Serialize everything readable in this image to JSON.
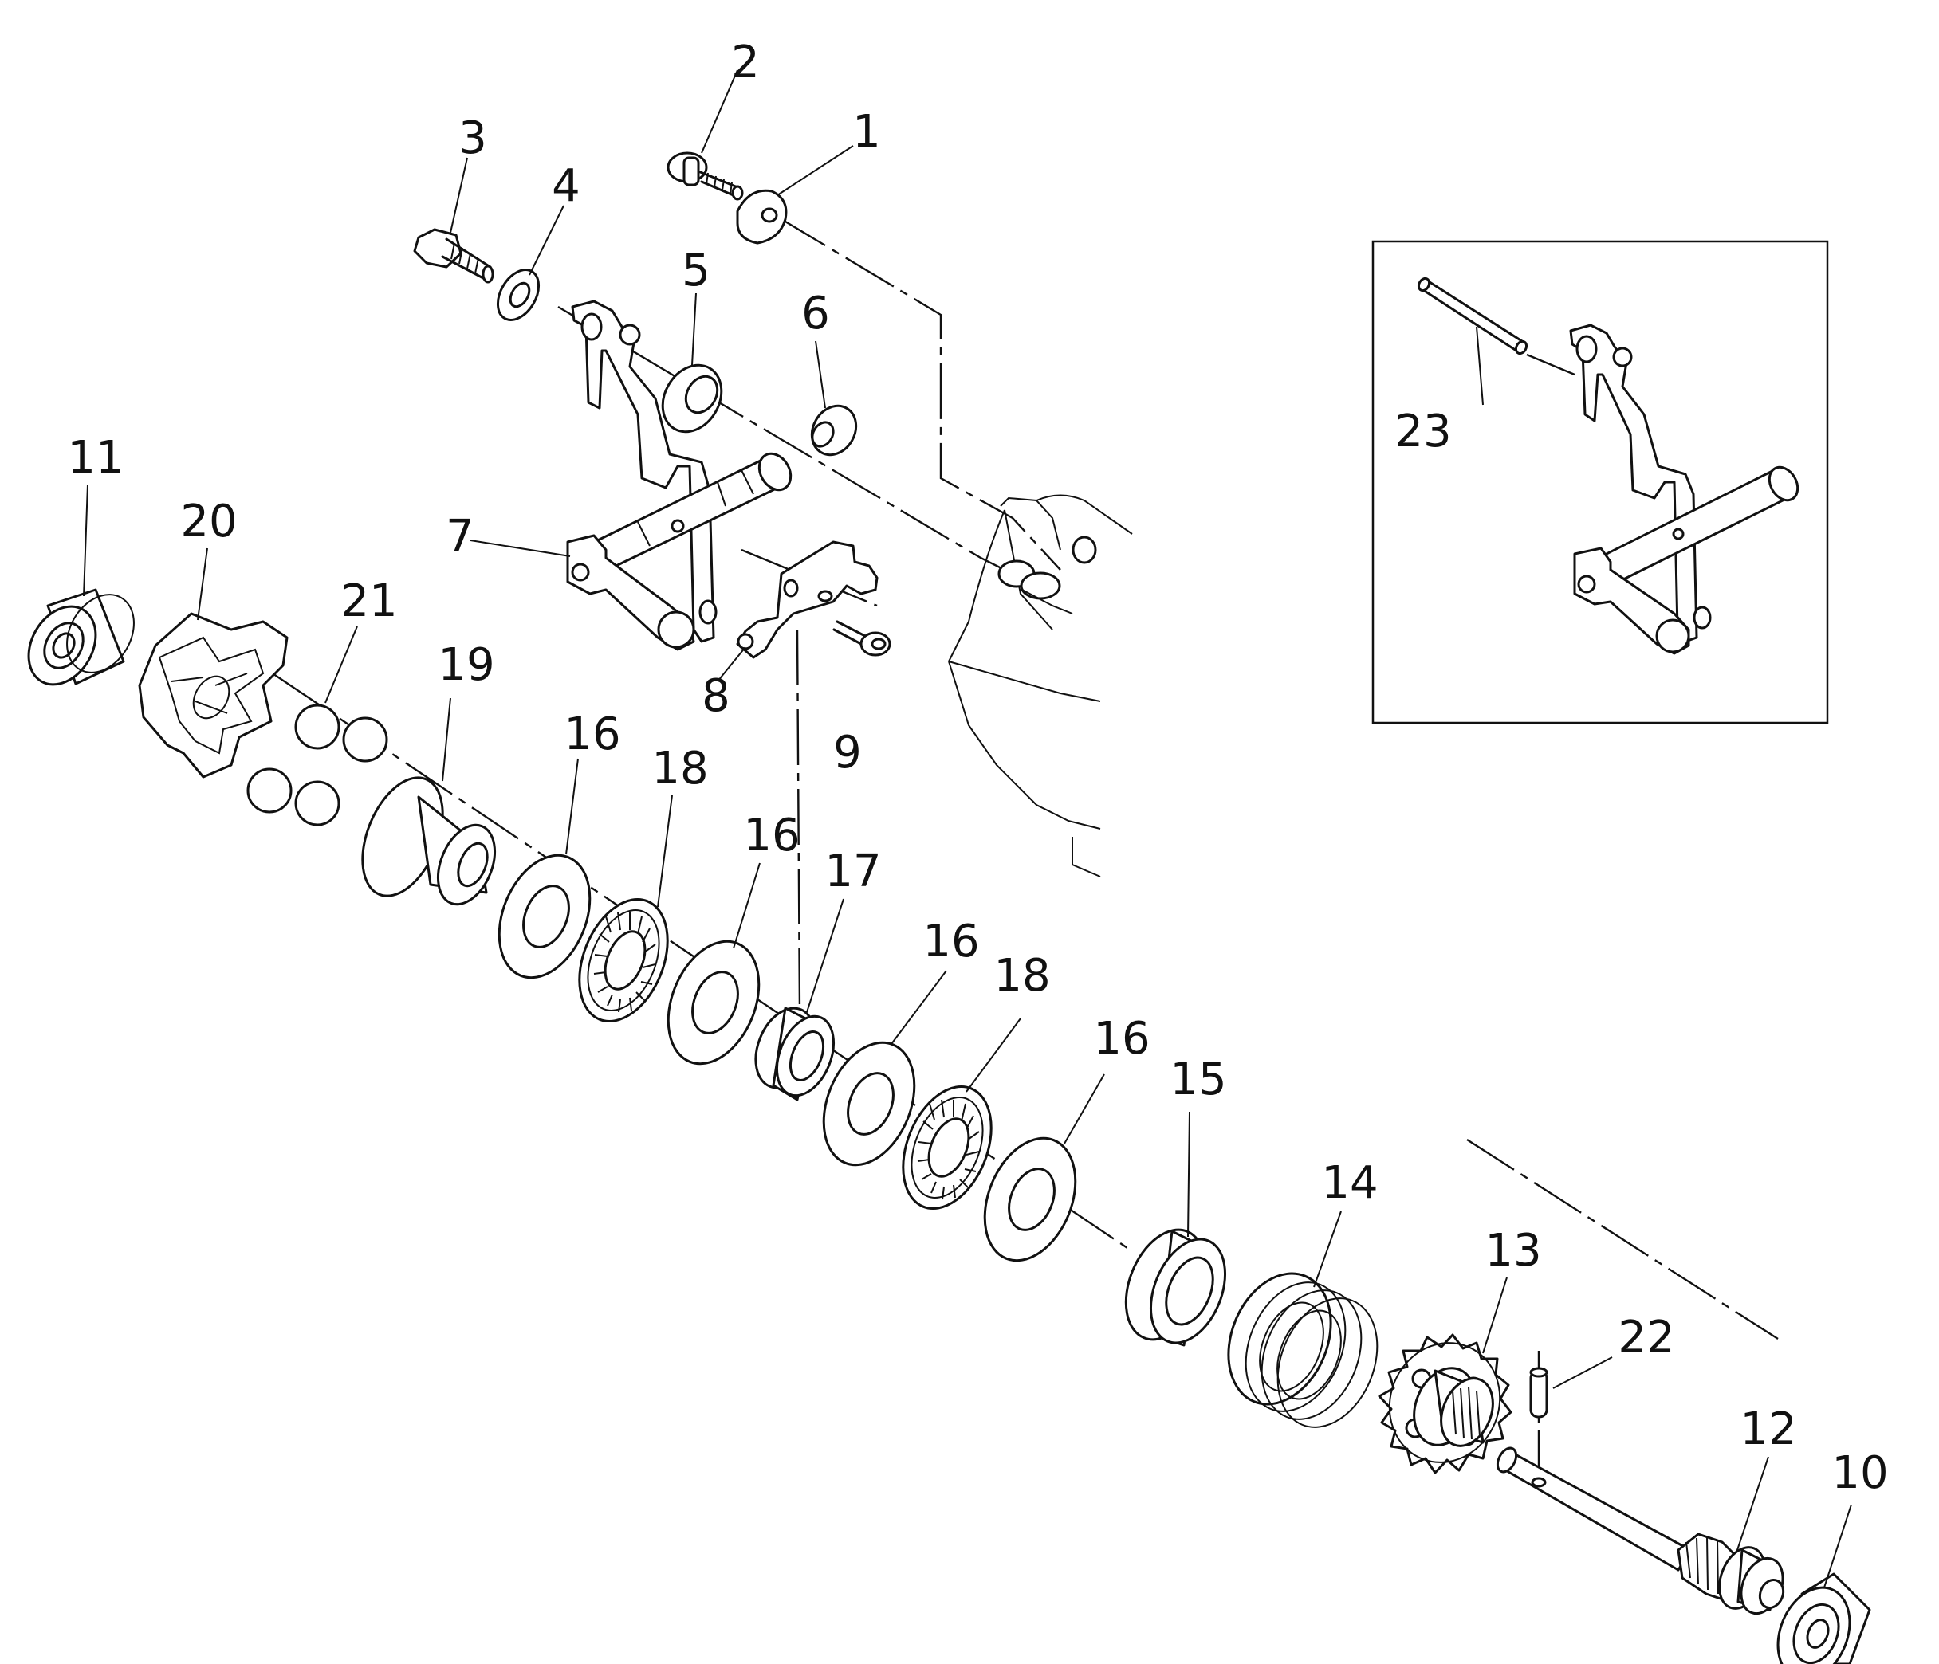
{
  "callouts": [
    {
      "key": "p1",
      "text": "1"
    },
    {
      "key": "p2",
      "text": "2"
    },
    {
      "key": "p3",
      "text": "3"
    },
    {
      "key": "p4",
      "text": "4"
    },
    {
      "key": "p5",
      "text": "5"
    },
    {
      "key": "p6",
      "text": "6"
    },
    {
      "key": "p7",
      "text": "7"
    },
    {
      "key": "p8",
      "text": "8"
    },
    {
      "key": "p9",
      "text": "9"
    },
    {
      "key": "p10",
      "text": "10"
    },
    {
      "key": "p11",
      "text": "11"
    },
    {
      "key": "p12",
      "text": "12"
    },
    {
      "key": "p13",
      "text": "13"
    },
    {
      "key": "p14",
      "text": "14"
    },
    {
      "key": "p15",
      "text": "15"
    },
    {
      "key": "p16a",
      "text": "16"
    },
    {
      "key": "p16b",
      "text": "16"
    },
    {
      "key": "p16c",
      "text": "16"
    },
    {
      "key": "p16d",
      "text": "16"
    },
    {
      "key": "p17",
      "text": "17"
    },
    {
      "key": "p18a",
      "text": "18"
    },
    {
      "key": "p18b",
      "text": "18"
    },
    {
      "key": "p19",
      "text": "19"
    },
    {
      "key": "p20",
      "text": "20"
    },
    {
      "key": "p21",
      "text": "21"
    },
    {
      "key": "p22",
      "text": "22"
    },
    {
      "key": "p23",
      "text": "23"
    }
  ]
}
